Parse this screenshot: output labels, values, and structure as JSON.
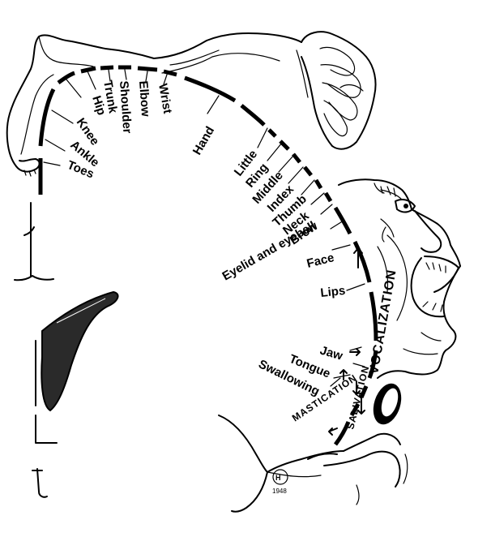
{
  "labels": {
    "toes": "Toes",
    "ankle": "Ankle",
    "knee": "Knee",
    "hip": "Hip",
    "trunk": "Trunk",
    "shoulder": "Shoulder",
    "elbow": "Elbow",
    "wrist": "Wrist",
    "hand": "Hand",
    "little": "Little",
    "ring": "Ring",
    "middle": "Middle",
    "index": "Index",
    "thumb": "Thumb",
    "neck": "Neck",
    "brow": "Brow",
    "eyelid": "Eyelid and eyeball",
    "face": "Face",
    "lips": "Lips",
    "jaw": "Jaw",
    "tongue": "Tongue",
    "swallowing": "Swallowing",
    "vocalization": "VOCALIZATION",
    "salivation": "SALIVATION",
    "mastication": "MASTICATION",
    "year": "1948"
  },
  "icons": [
    "homunculus-figure",
    "face-profile",
    "brain-section",
    "artist-monogram"
  ]
}
